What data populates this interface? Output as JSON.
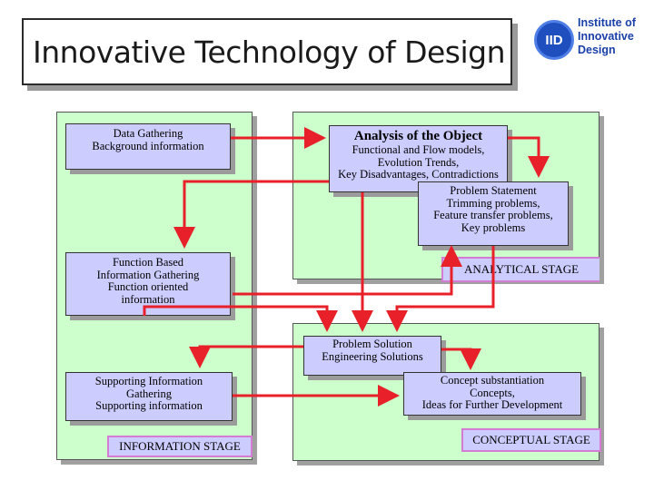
{
  "title": "Innovative Technology of Design",
  "logo": {
    "mark": "IID",
    "line1": "Institute of",
    "line2": "Innovative",
    "line3": "Design"
  },
  "info_panel": {
    "data_gathering": {
      "line1": "Data Gathering",
      "line2": "Background information"
    },
    "function_based": {
      "line1": "Function Based",
      "line2": "Information Gathering",
      "line3": "Function oriented",
      "line4": "information"
    },
    "supporting": {
      "line1": "Supporting Information",
      "line2": "Gathering",
      "line3": "Supporting information"
    },
    "stage_label": "INFORMATION STAGE"
  },
  "analytical_panel": {
    "analysis": {
      "title": "Analysis of the Object",
      "line1": "Functional and Flow models,",
      "line2": "Evolution Trends,",
      "line3": "Key Disadvantages, Contradictions"
    },
    "problem_statement": {
      "line1": "Problem Statement",
      "line2": "Trimming problems,",
      "line3": "Feature transfer problems,",
      "line4": "Key problems"
    },
    "stage_label": "ANALYTICAL STAGE"
  },
  "conceptual_panel": {
    "problem_solution": {
      "line1": "Problem Solution",
      "line2": "Engineering Solutions"
    },
    "concept": {
      "line1": "Concept substantiation",
      "line2": "Concepts,",
      "line3": "Ideas for Further Development"
    },
    "stage_label": "CONCEPTUAL STAGE"
  },
  "colors": {
    "panel_fill": "#ccffcc",
    "box_fill": "#ccccff",
    "arrow": "#e8202a",
    "stage_border": "#d47bd4"
  }
}
